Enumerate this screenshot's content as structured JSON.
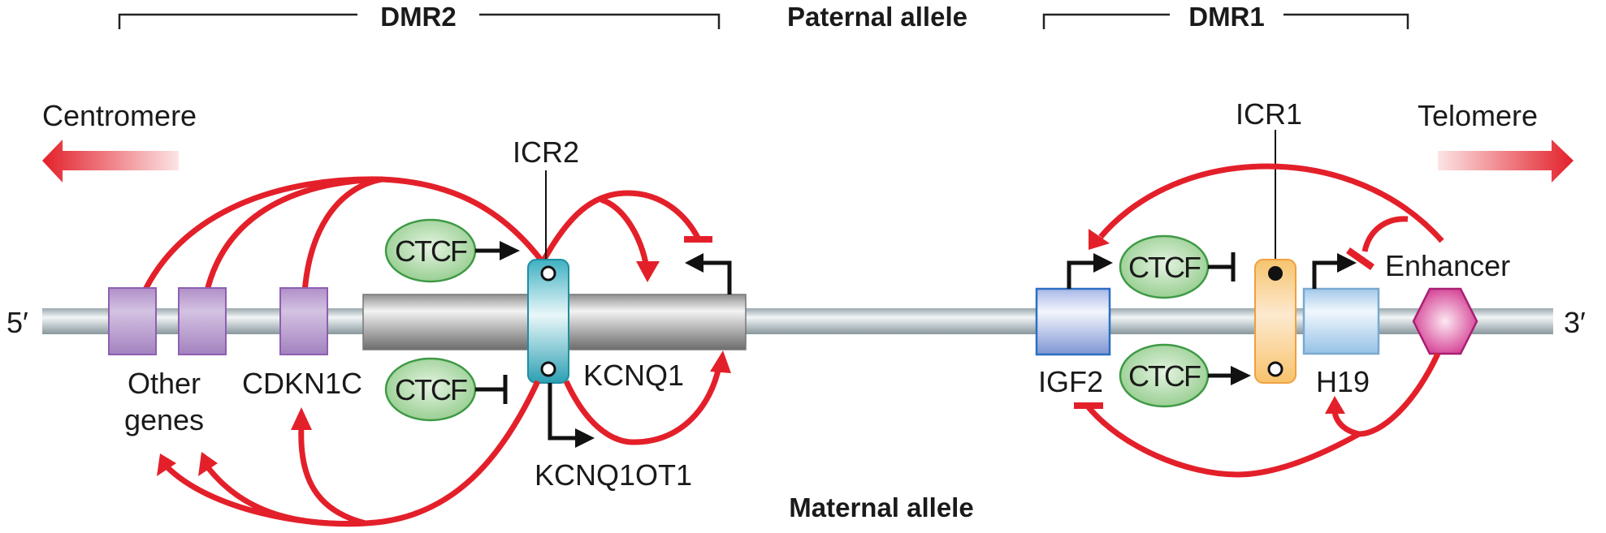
{
  "headers": {
    "dmr2": "DMR2",
    "paternal": "Paternal allele",
    "dmr1": "DMR1",
    "maternal": "Maternal allele"
  },
  "ends": {
    "five_prime": "5′",
    "three_prime": "3′",
    "centromere": "Centromere",
    "telomere": "Telomere"
  },
  "dmr2": {
    "icr": "ICR2",
    "ctcf_top": "CTCF",
    "ctcf_bottom": "CTCF",
    "other_genes_line1": "Other",
    "other_genes_line2": "genes",
    "cdkn1c": "CDKN1C",
    "kcnq1": "KCNQ1",
    "kcnq1ot1": "KCNQ1OT1"
  },
  "dmr1": {
    "icr": "ICR1",
    "ctcf_top": "CTCF",
    "ctcf_bottom": "CTCF",
    "igf2": "IGF2",
    "h19": "H19",
    "enhancer": "Enhancer"
  },
  "colors": {
    "regulation_arrow": "#e3202a",
    "imprinted_gene": "#b497c9",
    "kcnq1_body": "#9a9a9a",
    "icr2": "#3ab3c4",
    "icr1": "#f7c36b",
    "igf2": "#8fa5db",
    "h19": "#a9cdea",
    "enhancer": "#d9449a",
    "ctcf": "#9fd39a",
    "chromosome": "#b8c4c8"
  }
}
